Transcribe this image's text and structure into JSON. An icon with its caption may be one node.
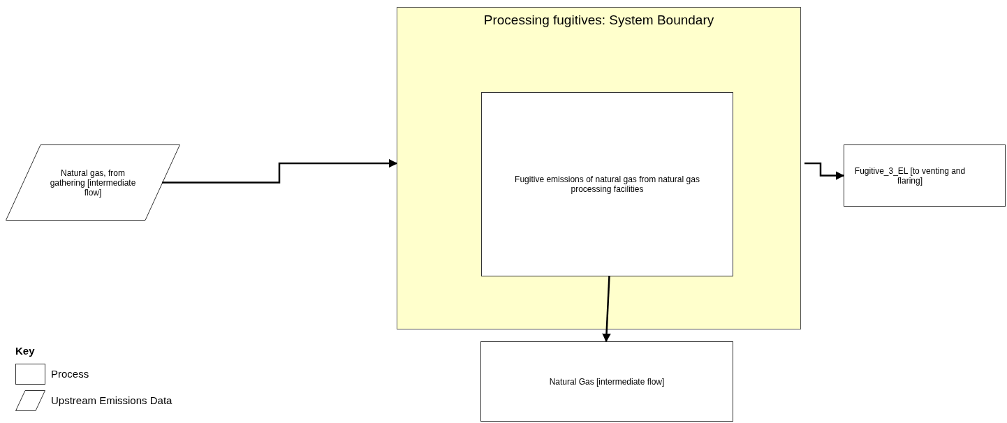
{
  "diagram": {
    "nodes": [
      {
        "text": [
          "Processing fugitives: System Boundary"
        ]
      },
      {
        "text": [
          "Fugitive emissions of natural gas from natural gas processing facilities"
        ],
        "in": 0
      },
      {
        "text": [
          "Natural gas, from gathering [intermediate flow]"
        ]
      },
      {
        "text": [
          "Fugitive_3_EL [to venting and flaring]"
        ]
      },
      {
        "text": [
          "Natural Gas [intermediate flow]"
        ]
      }
    ],
    "edges": [
      {
        "from": 2,
        "to": 0,
        "arrow": "to"
      },
      {
        "from": 0,
        "to": 3,
        "arrow": "to"
      },
      {
        "from": 1,
        "to": 4,
        "arrow": "to"
      }
    ],
    "labels": [
      "Key"
    ],
    "legend": [
      {
        "text": "Process"
      },
      {
        "text": "Upstream Emissions Data"
      }
    ]
  }
}
